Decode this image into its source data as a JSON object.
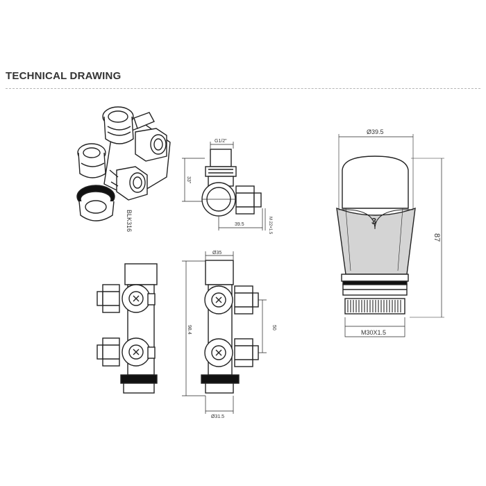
{
  "header": {
    "title": "TECHNICAL DRAWING"
  },
  "dimensions": {
    "thread_top": "G1/2\"",
    "height_33": "33\"",
    "width_39": "39.5",
    "right_small": "M 22×1.5",
    "model_code": "BLK316",
    "head_diameter": "Ø39.5",
    "head_height": "87",
    "head_setting": "3",
    "head_thread": "M30X1.5",
    "pipe_diameter": "Ø35",
    "spacing": "50",
    "body_height": "98.4",
    "base_diameter": "Ø31.5"
  }
}
